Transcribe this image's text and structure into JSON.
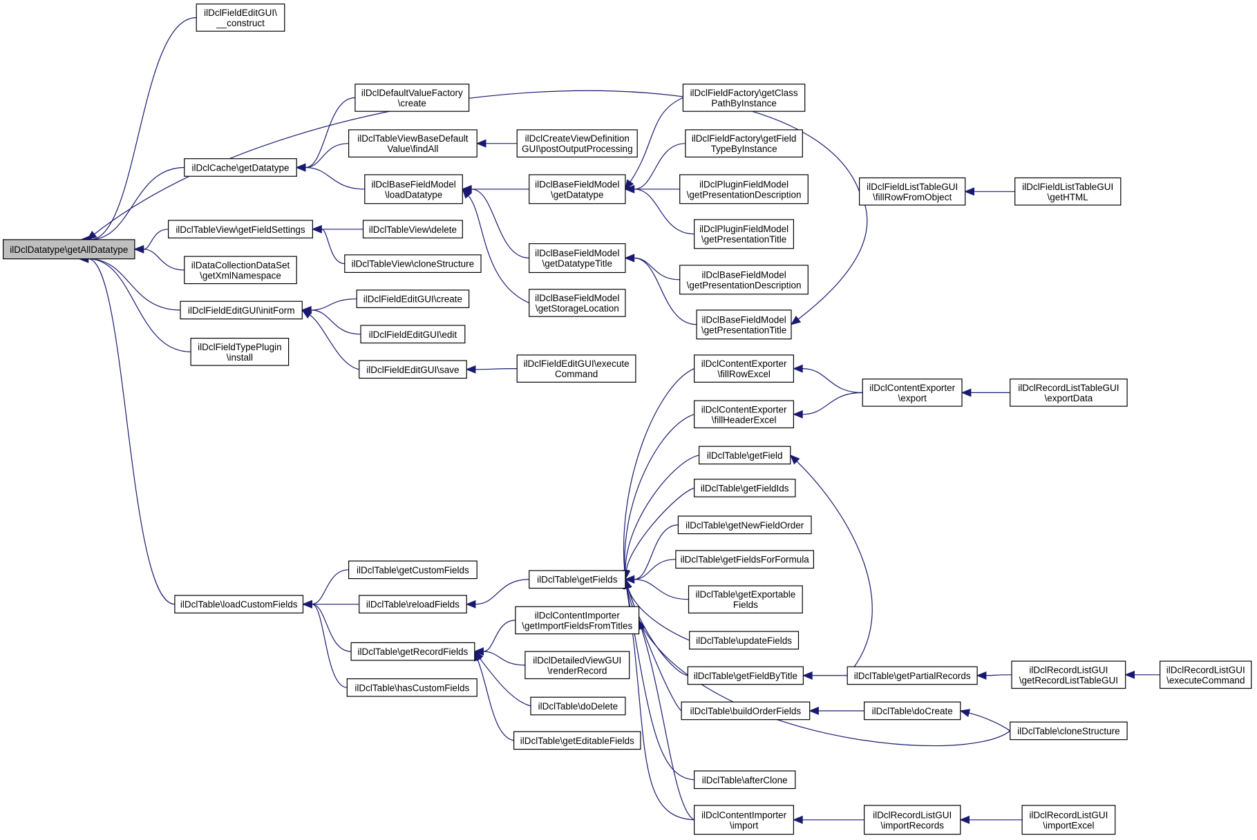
{
  "diagram": {
    "nodes": [
      {
        "id": "root",
        "lines": [
          "ilDclDatatype\\getAllDatatype"
        ],
        "root": true
      },
      {
        "id": "fegCon",
        "lines": [
          "ilDclFieldEditGUI\\",
          "__construct"
        ]
      },
      {
        "id": "cacheGD",
        "lines": [
          "ilDclCache\\getDatatype"
        ]
      },
      {
        "id": "tvGFS",
        "lines": [
          "ilDclTableView\\getFieldSettings"
        ]
      },
      {
        "id": "dcdsNS",
        "lines": [
          "ilDataCollectionDataSet",
          "\\getXmlNamespace"
        ]
      },
      {
        "id": "fegInit",
        "lines": [
          "ilDclFieldEditGUI\\initForm"
        ]
      },
      {
        "id": "ftpInst",
        "lines": [
          "ilDclFieldTypePlugin",
          "\\install"
        ]
      },
      {
        "id": "tLCF",
        "lines": [
          "ilDclTable\\loadCustomFields"
        ]
      },
      {
        "id": "dvfCreate",
        "lines": [
          "ilDclDefaultValueFactory",
          "\\create"
        ]
      },
      {
        "id": "tvbdvFA",
        "lines": [
          "ilDclTableViewBaseDefault",
          "Value\\findAll"
        ]
      },
      {
        "id": "bfmLD",
        "lines": [
          "ilDclBaseFieldModel",
          "\\loadDatatype"
        ]
      },
      {
        "id": "tvDel",
        "lines": [
          "ilDclTableView\\delete"
        ]
      },
      {
        "id": "tvCS",
        "lines": [
          "ilDclTableView\\cloneStructure"
        ]
      },
      {
        "id": "fegCreate",
        "lines": [
          "ilDclFieldEditGUI\\create"
        ]
      },
      {
        "id": "fegEdit",
        "lines": [
          "ilDclFieldEditGUI\\edit"
        ]
      },
      {
        "id": "fegSave",
        "lines": [
          "ilDclFieldEditGUI\\save"
        ]
      },
      {
        "id": "tGCF",
        "lines": [
          "ilDclTable\\getCustomFields"
        ]
      },
      {
        "id": "tRF",
        "lines": [
          "ilDclTable\\reloadFields"
        ]
      },
      {
        "id": "tGRF",
        "lines": [
          "ilDclTable\\getRecordFields"
        ]
      },
      {
        "id": "tHCF",
        "lines": [
          "ilDclTable\\hasCustomFields"
        ]
      },
      {
        "id": "cvdPOP",
        "lines": [
          "ilDclCreateViewDefinition",
          "GUI\\postOutputProcessing"
        ]
      },
      {
        "id": "bfmGD",
        "lines": [
          "ilDclBaseFieldModel",
          "\\getDatatype"
        ]
      },
      {
        "id": "bfmGDT",
        "lines": [
          "ilDclBaseFieldModel",
          "\\getDatatypeTitle"
        ]
      },
      {
        "id": "bfmGSL",
        "lines": [
          "ilDclBaseFieldModel",
          "\\getStorageLocation"
        ]
      },
      {
        "id": "fegEC",
        "lines": [
          "ilDclFieldEditGUI\\execute",
          "Command"
        ]
      },
      {
        "id": "tGF",
        "lines": [
          "ilDclTable\\getFields"
        ]
      },
      {
        "id": "ciGIF",
        "lines": [
          "ilDclContentImporter",
          "\\getImportFieldsFromTitles"
        ]
      },
      {
        "id": "dvRR",
        "lines": [
          "ilDclDetailedViewGUI",
          "\\renderRecord"
        ]
      },
      {
        "id": "tDD",
        "lines": [
          "ilDclTable\\doDelete"
        ]
      },
      {
        "id": "tGEF",
        "lines": [
          "ilDclTable\\getEditableFields"
        ]
      },
      {
        "id": "ffGCP",
        "lines": [
          "ilDclFieldFactory\\getClass",
          "PathByInstance"
        ]
      },
      {
        "id": "ffGFT",
        "lines": [
          "ilDclFieldFactory\\getField",
          "TypeByInstance"
        ]
      },
      {
        "id": "pfmGPD",
        "lines": [
          "ilDclPluginFieldModel",
          "\\getPresentationDescription"
        ]
      },
      {
        "id": "pfmGPT",
        "lines": [
          "ilDclPluginFieldModel",
          "\\getPresentationTitle"
        ]
      },
      {
        "id": "bfmGPD",
        "lines": [
          "ilDclBaseFieldModel",
          "\\getPresentationDescription"
        ]
      },
      {
        "id": "bfmGPT",
        "lines": [
          "ilDclBaseFieldModel",
          "\\getPresentationTitle"
        ]
      },
      {
        "id": "ceFRE",
        "lines": [
          "ilDclContentExporter",
          "\\fillRowExcel"
        ]
      },
      {
        "id": "ceFHE",
        "lines": [
          "ilDclContentExporter",
          "\\fillHeaderExcel"
        ]
      },
      {
        "id": "tGetField",
        "lines": [
          "ilDclTable\\getField"
        ]
      },
      {
        "id": "tGFIds",
        "lines": [
          "ilDclTable\\getFieldIds"
        ]
      },
      {
        "id": "tGNFO",
        "lines": [
          "ilDclTable\\getNewFieldOrder"
        ]
      },
      {
        "id": "tGFFF",
        "lines": [
          "ilDclTable\\getFieldsForFormula"
        ]
      },
      {
        "id": "tGExF",
        "lines": [
          "ilDclTable\\getExportable",
          "Fields"
        ]
      },
      {
        "id": "tUF",
        "lines": [
          "ilDclTable\\updateFields"
        ]
      },
      {
        "id": "tGFBT",
        "lines": [
          "ilDclTable\\getFieldByTitle"
        ]
      },
      {
        "id": "tBOF",
        "lines": [
          "ilDclTable\\buildOrderFields"
        ]
      },
      {
        "id": "tAC",
        "lines": [
          "ilDclTable\\afterClone"
        ]
      },
      {
        "id": "ciImp",
        "lines": [
          "ilDclContentImporter",
          "\\import"
        ]
      },
      {
        "id": "fltFRO",
        "lines": [
          "ilDclFieldListTableGUI",
          "\\fillRowFromObject"
        ]
      },
      {
        "id": "ceExp",
        "lines": [
          "ilDclContentExporter",
          "\\export"
        ]
      },
      {
        "id": "tGPR",
        "lines": [
          "ilDclTable\\getPartialRecords"
        ]
      },
      {
        "id": "tDC",
        "lines": [
          "ilDclTable\\doCreate"
        ]
      },
      {
        "id": "rlgIR",
        "lines": [
          "ilDclRecordListGUI",
          "\\importRecords"
        ]
      },
      {
        "id": "flGH",
        "lines": [
          "ilDclFieldListTableGUI",
          "\\getHTML"
        ]
      },
      {
        "id": "rltED",
        "lines": [
          "ilDclRecordListTableGUI",
          "\\exportData"
        ]
      },
      {
        "id": "rlgGRLT",
        "lines": [
          "ilDclRecordListGUI",
          "\\getRecordListTableGUI"
        ]
      },
      {
        "id": "tCS",
        "lines": [
          "ilDclTable\\cloneStructure"
        ]
      },
      {
        "id": "rlgIE",
        "lines": [
          "ilDclRecordListGUI",
          "\\importExcel"
        ]
      },
      {
        "id": "rlgEC",
        "lines": [
          "ilDclRecordListGUI",
          "\\executeCommand"
        ]
      }
    ],
    "edges": [
      {
        "from": "root",
        "to": "fegCon"
      },
      {
        "from": "root",
        "to": "fltFRO"
      },
      {
        "from": "root",
        "to": "cacheGD"
      },
      {
        "from": "root",
        "to": "tvGFS"
      },
      {
        "from": "root",
        "to": "dcdsNS"
      },
      {
        "from": "root",
        "to": "fegInit"
      },
      {
        "from": "root",
        "to": "ftpInst"
      },
      {
        "from": "root",
        "to": "tLCF"
      },
      {
        "from": "cacheGD",
        "to": "dvfCreate"
      },
      {
        "from": "cacheGD",
        "to": "tvbdvFA"
      },
      {
        "from": "cacheGD",
        "to": "bfmLD"
      },
      {
        "from": "tvbdvFA",
        "to": "cvdPOP"
      },
      {
        "from": "bfmLD",
        "to": "bfmGD"
      },
      {
        "from": "bfmLD",
        "to": "bfmGDT"
      },
      {
        "from": "bfmLD",
        "to": "bfmGSL"
      },
      {
        "from": "bfmGD",
        "to": "ffGCP"
      },
      {
        "from": "bfmGD",
        "to": "ffGFT"
      },
      {
        "from": "bfmGD",
        "to": "pfmGPD"
      },
      {
        "from": "bfmGD",
        "to": "pfmGPT"
      },
      {
        "from": "bfmGDT",
        "to": "bfmGPD"
      },
      {
        "from": "bfmGDT",
        "to": "bfmGPT"
      },
      {
        "from": "bfmGPT",
        "to": "fltFRO"
      },
      {
        "from": "fltFRO",
        "to": "flGH"
      },
      {
        "from": "tvGFS",
        "to": "tvDel"
      },
      {
        "from": "tvGFS",
        "to": "tvCS"
      },
      {
        "from": "fegInit",
        "to": "fegCreate"
      },
      {
        "from": "fegInit",
        "to": "fegEdit"
      },
      {
        "from": "fegInit",
        "to": "fegSave"
      },
      {
        "from": "fegSave",
        "to": "fegEC"
      },
      {
        "from": "tLCF",
        "to": "tGCF"
      },
      {
        "from": "tLCF",
        "to": "tRF"
      },
      {
        "from": "tLCF",
        "to": "tGRF"
      },
      {
        "from": "tLCF",
        "to": "tHCF"
      },
      {
        "from": "tRF",
        "to": "tGF"
      },
      {
        "from": "tGRF",
        "to": "ciGIF"
      },
      {
        "from": "tGRF",
        "to": "dvRR"
      },
      {
        "from": "tGRF",
        "to": "tDD"
      },
      {
        "from": "tGRF",
        "to": "tGEF"
      },
      {
        "from": "ciGIF",
        "to": "ciImp"
      },
      {
        "from": "tGF",
        "to": "ceFRE"
      },
      {
        "from": "tGF",
        "to": "ceFHE"
      },
      {
        "from": "tGF",
        "to": "tGetField"
      },
      {
        "from": "tGF",
        "to": "tGFIds"
      },
      {
        "from": "tGF",
        "to": "tGNFO"
      },
      {
        "from": "tGF",
        "to": "tGFFF"
      },
      {
        "from": "tGF",
        "to": "tGExF"
      },
      {
        "from": "tGF",
        "to": "tUF"
      },
      {
        "from": "tGF",
        "to": "tGFBT"
      },
      {
        "from": "tGF",
        "to": "tBOF"
      },
      {
        "from": "tGF",
        "to": "tCS"
      },
      {
        "from": "tGF",
        "to": "tAC"
      },
      {
        "from": "tGF",
        "to": "ciImp"
      },
      {
        "from": "ceFRE",
        "to": "ceExp"
      },
      {
        "from": "ceFHE",
        "to": "ceExp"
      },
      {
        "from": "ceExp",
        "to": "rltED"
      },
      {
        "from": "tGetField",
        "to": "tGPR"
      },
      {
        "from": "tGFBT",
        "to": "tGPR"
      },
      {
        "from": "tGPR",
        "to": "rlgGRLT"
      },
      {
        "from": "rlgGRLT",
        "to": "rlgEC"
      },
      {
        "from": "tBOF",
        "to": "tDC"
      },
      {
        "from": "tDC",
        "to": "tCS"
      },
      {
        "from": "ciImp",
        "to": "rlgIR"
      },
      {
        "from": "rlgIR",
        "to": "rlgIE"
      }
    ]
  }
}
